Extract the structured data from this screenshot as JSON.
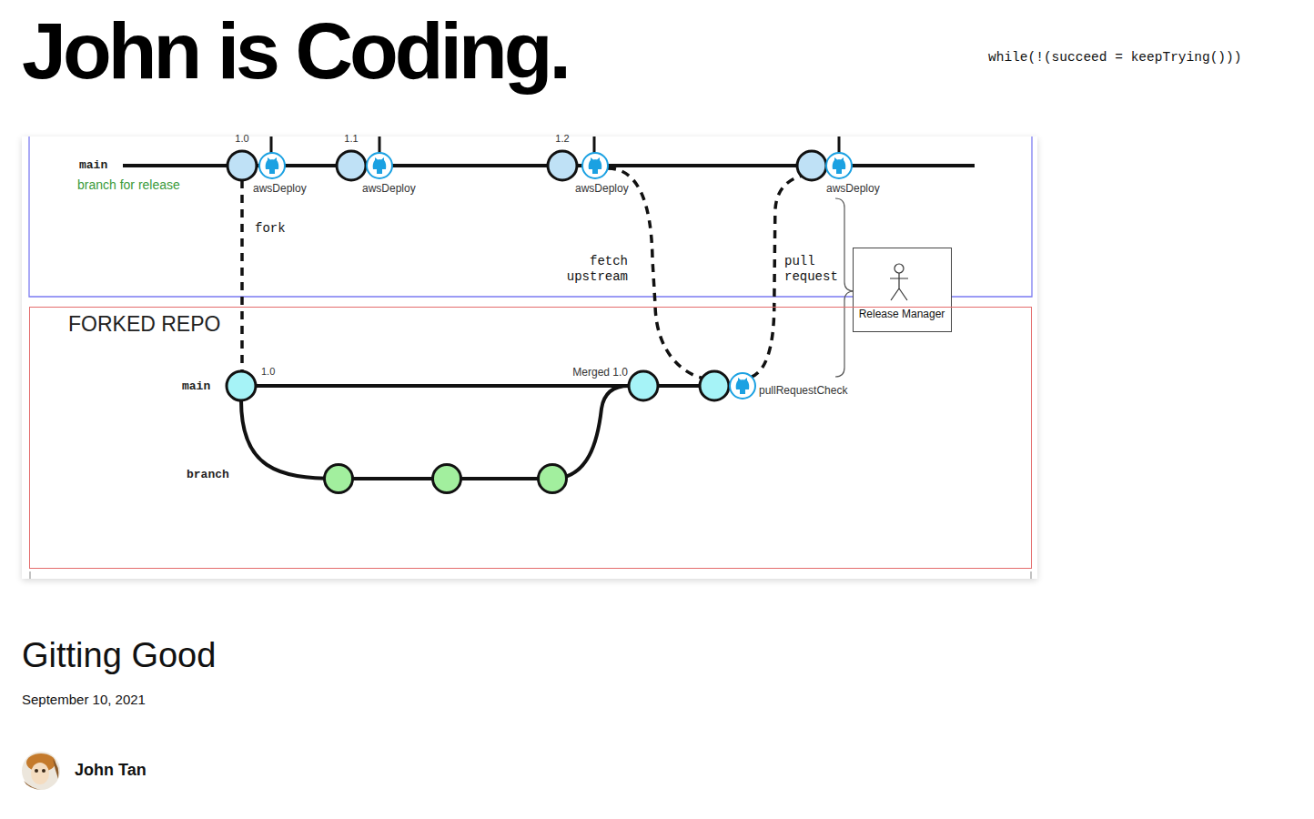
{
  "diagram": {
    "title": "John is Coding.",
    "nodes": [
      {
        "text": [
          "1.0",
          "awsDeploy"
        ]
      },
      {
        "text": [
          "1.1",
          "awsDeploy"
        ]
      },
      {
        "text": [
          "1.2",
          "awsDeploy"
        ]
      },
      {
        "text": [
          "awsDeploy"
        ]
      },
      {
        "text": [
          "Release Manager"
        ]
      },
      {
        "text": [
          "FORKED REPO"
        ]
      },
      {
        "text": [
          "1.0"
        ],
        "in": 5
      },
      {
        "text": [
          "Merged 1.0"
        ],
        "in": 5
      },
      {
        "text": [
          "pullRequestCheck"
        ],
        "in": 5
      }
    ],
    "edges": [
      {
        "from": 0,
        "to": 1,
        "arrow": "none"
      },
      {
        "from": 1,
        "to": 2,
        "arrow": "none"
      },
      {
        "from": 2,
        "to": 3,
        "arrow": "none"
      },
      {
        "from": 0,
        "to": 6,
        "arrow": "none",
        "label": "fork"
      },
      {
        "from": 2,
        "to": 8,
        "arrow": "none",
        "label": "fetch upstream"
      },
      {
        "from": 8,
        "to": 3,
        "arrow": "none",
        "label": "pull request"
      },
      {
        "from": 6,
        "to": 7,
        "arrow": "none"
      },
      {
        "from": 6,
        "to": 7,
        "arrow": "none"
      },
      {
        "from": 7,
        "to": 8,
        "arrow": "none"
      }
    ],
    "labels": [
      "while(!(succeed = keepTrying()))",
      "main",
      "branch for release",
      "main",
      "branch",
      "Gitting Good",
      "September 10, 2021",
      "John Tan"
    ]
  }
}
